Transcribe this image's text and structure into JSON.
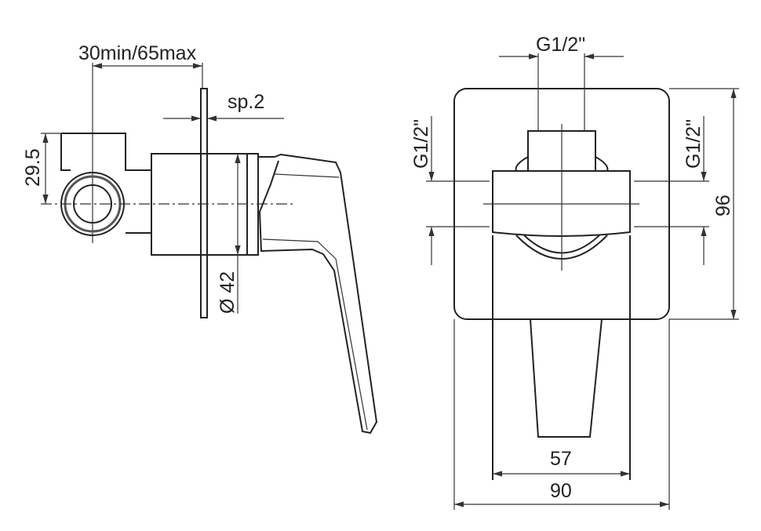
{
  "side_view": {
    "depth_dim": "30min/65max",
    "plate_thickness_dim": "sp.2",
    "offset_dim": "29.5",
    "diameter_dim": "Ø 42"
  },
  "front_view": {
    "top_inlet_dim": "G1/2\"",
    "left_inlet_dim": "G1/2\"",
    "right_inlet_dim": "G1/2\"",
    "height_dim": "96",
    "body_width_dim": "57",
    "plate_width_dim": "90"
  },
  "colors": {
    "line": "#222222",
    "background": "#ffffff"
  }
}
